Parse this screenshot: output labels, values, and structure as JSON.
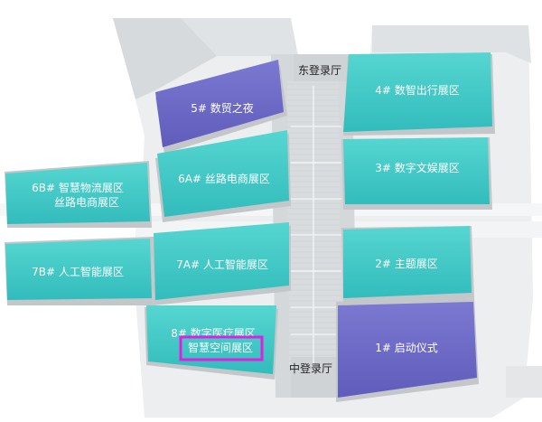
{
  "halls": {
    "h5": "5# 数贸之夜",
    "h6a": "6A# 丝路电商展区",
    "h7a": "7A# 人工智能展区",
    "h8_line1": "8# 数字医疗展区",
    "h8_line2": "智慧空间展区",
    "h6b_line1": "6B# 智慧物流展区",
    "h6b_line2": "丝路电商展区",
    "h7b": "7B# 人工智能展区",
    "h4": "4# 数智出行展区",
    "h3": "3# 数字文娱展区",
    "h2": "2# 主题展区",
    "h1": "1# 启动仪式"
  },
  "halls_east": "东登录厅",
  "halls_middle": "中登录厅",
  "colors": {
    "teal": "#3dc5c3",
    "purple": "#6b68c4",
    "highlight": "#e020e0",
    "ground": "#e7e9ea"
  }
}
